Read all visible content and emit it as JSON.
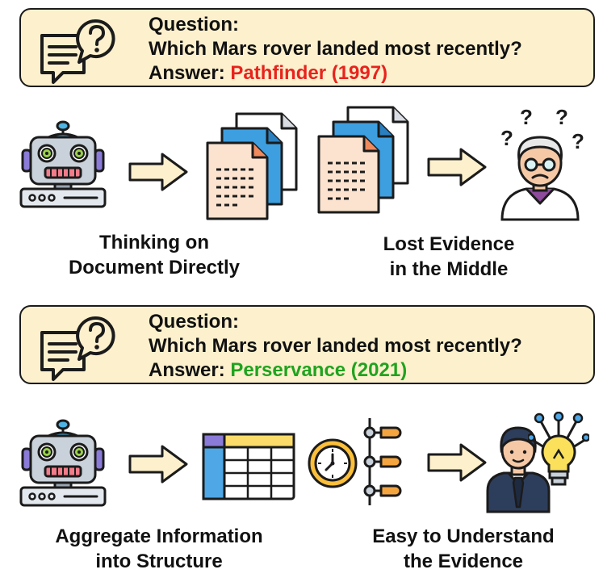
{
  "top": {
    "question_label": "Question:",
    "question": "Which Mars rover landed most recently?",
    "answer_label": "Answer:",
    "answer": "Pathfinder (1997)",
    "caption_left_1": "Thinking on",
    "caption_left_2": "Document Directly",
    "caption_right_1": "Lost Evidence",
    "caption_right_2": "in the Middle"
  },
  "bottom": {
    "question_label": "Question:",
    "question": "Which Mars rover landed most recently?",
    "answer_label": "Answer:",
    "answer": "Perservance (2021)",
    "caption_left_1": "Aggregate Information",
    "caption_left_2": "into Structure",
    "caption_right_1": "Easy to Understand",
    "caption_right_2": "the Evidence"
  },
  "colors": {
    "box_fill": "#fdf0cd",
    "wrong_answer": "#e8231d",
    "right_answer": "#20a31f",
    "arrow_fill": "#fdf0cd"
  },
  "icons": [
    "question-chat-icon",
    "robot-icon",
    "arrow-icon",
    "documents-icon",
    "confused-person-icon",
    "table-icon",
    "clock-icon",
    "timeline-icon",
    "businessman-icon",
    "lightbulb-icon"
  ]
}
